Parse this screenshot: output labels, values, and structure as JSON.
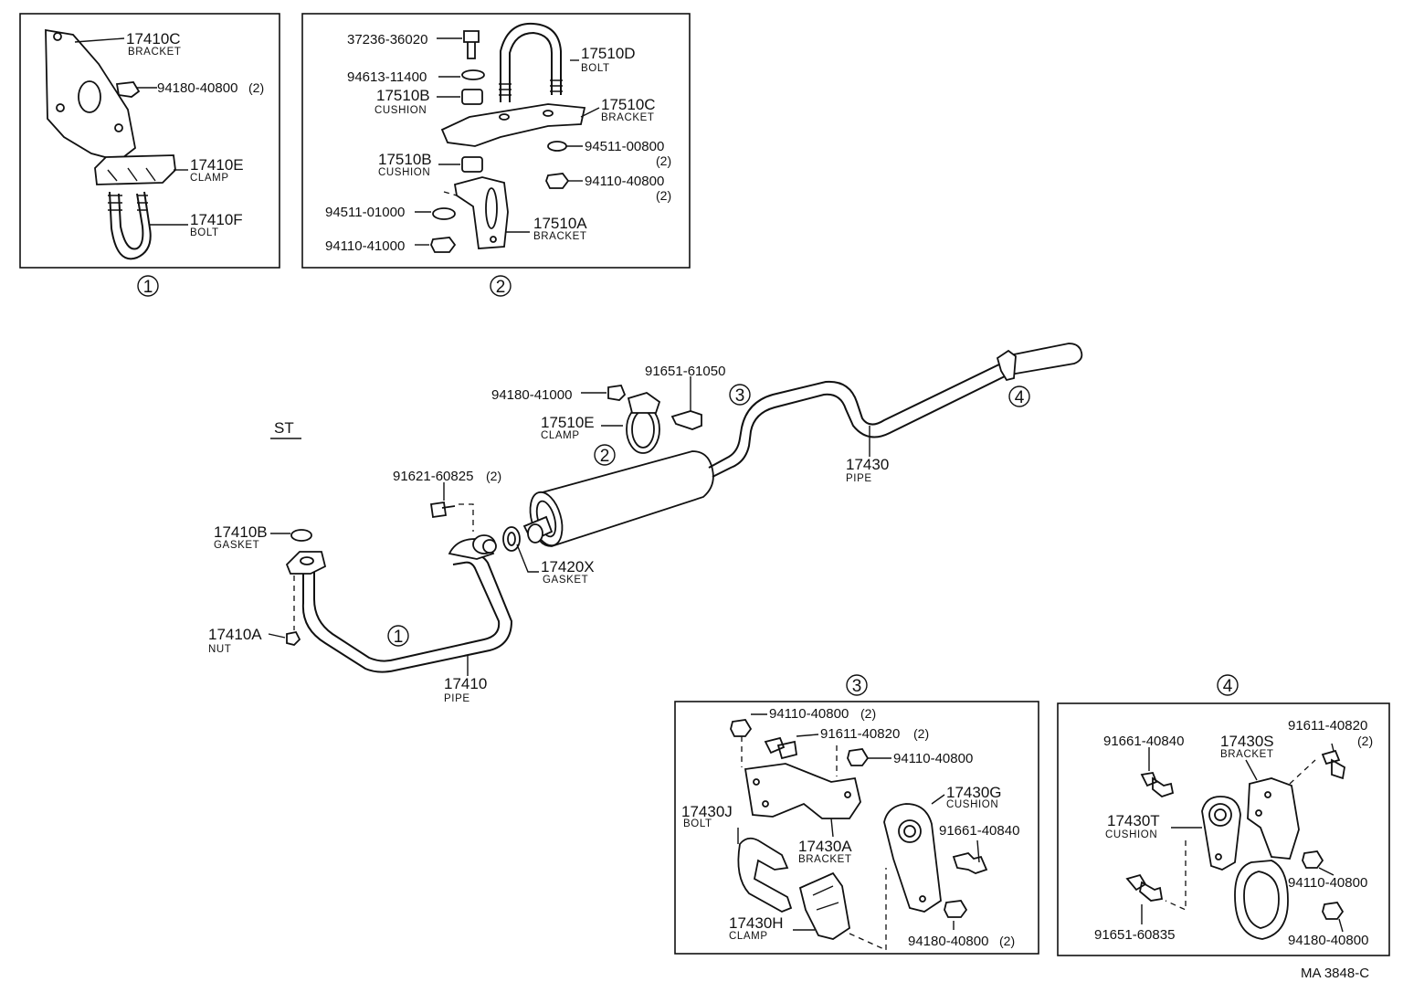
{
  "header": {
    "direction_label": "ST"
  },
  "footer": {
    "code": "MA  3848-C"
  },
  "callouts": [
    "1",
    "2",
    "3",
    "4"
  ],
  "main": {
    "pipe_17410": {
      "number": "17410",
      "name": "PIPE"
    },
    "gasket_17410b": {
      "number": "17410B",
      "name": "GASKET"
    },
    "nut_17410a": {
      "number": "17410A",
      "name": "NUT"
    },
    "bolt_91621": {
      "number": "91621-60825",
      "qty": "(2)"
    },
    "gasket_17420x": {
      "number": "17420X",
      "name": "GASKET"
    },
    "clamp_17510e": {
      "number": "17510E",
      "name": "CLAMP"
    },
    "nut_94180": {
      "number": "94180-41000"
    },
    "bolt_91651": {
      "number": "91651-61050"
    },
    "pipe_17430": {
      "number": "17430",
      "name": "PIPE"
    }
  },
  "detail1": {
    "bracket": {
      "number": "17410C",
      "name": "BRACKET"
    },
    "nut": {
      "number": "94180-40800",
      "qty": "(2)"
    },
    "clamp": {
      "number": "17410E",
      "name": "CLAMP"
    },
    "bolt": {
      "number": "17410F",
      "name": "BOLT"
    }
  },
  "detail2": {
    "bolt_37236": {
      "number": "37236-36020"
    },
    "washer_94613": {
      "number": "94613-11400"
    },
    "cushion_top": {
      "number": "17510B",
      "name": "CUSHION"
    },
    "cushion_bot": {
      "number": "17510B",
      "name": "CUSHION"
    },
    "ubolt": {
      "number": "17510D",
      "name": "BOLT"
    },
    "bracket_c": {
      "number": "17510C",
      "name": "BRACKET"
    },
    "washer_94511_08": {
      "number": "94511-00800",
      "qty": "(2)"
    },
    "nut_94110_08": {
      "number": "94110-40800",
      "qty": "(2)"
    },
    "washer_94511_10": {
      "number": "94511-01000"
    },
    "nut_94110_10": {
      "number": "94110-41000"
    },
    "bracket_a": {
      "number": "17510A",
      "name": "BRACKET"
    }
  },
  "detail3": {
    "nut_top": {
      "number": "94110-40800",
      "qty": "(2)"
    },
    "bolt_top": {
      "number": "91611-40820",
      "qty": "(2)"
    },
    "nut_right": {
      "number": "94110-40800"
    },
    "cushion": {
      "number": "17430G",
      "name": "CUSHION"
    },
    "bolt_side": {
      "number": "91661-40840"
    },
    "bracket": {
      "number": "17430A",
      "name": "BRACKET"
    },
    "bolt_j": {
      "number": "17430J",
      "name": "BOLT"
    },
    "clamp": {
      "number": "17430H",
      "name": "CLAMP"
    },
    "nut_bottom": {
      "number": "94180-40800",
      "qty": "(2)"
    }
  },
  "detail4": {
    "bolt_left": {
      "number": "91661-40840"
    },
    "bracket": {
      "number": "17430S",
      "name": "BRACKET"
    },
    "bolt_right": {
      "number": "91611-40820",
      "qty": "(2)"
    },
    "cushion": {
      "number": "17430T",
      "name": "CUSHION"
    },
    "nut_right": {
      "number": "94110-40800"
    },
    "bolt_bottom": {
      "number": "91651-60835"
    },
    "nut_bottom": {
      "number": "94180-40800"
    }
  }
}
